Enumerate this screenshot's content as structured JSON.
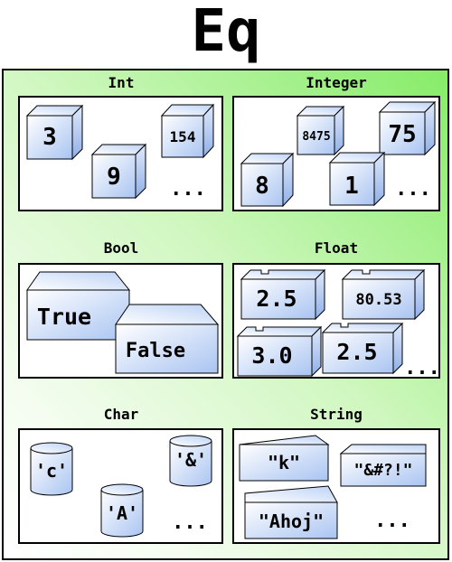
{
  "title": "Eq",
  "categories": [
    {
      "name": "Int",
      "values": [
        "3",
        "9",
        "154"
      ],
      "more": "..."
    },
    {
      "name": "Integer",
      "values": [
        "8475",
        "75",
        "8",
        "1"
      ],
      "more": "..."
    },
    {
      "name": "Bool",
      "values": [
        "True",
        "False"
      ]
    },
    {
      "name": "Float",
      "values": [
        "2.5",
        "80.53",
        "3.0",
        "2.5"
      ],
      "more": "..."
    },
    {
      "name": "Char",
      "values": [
        "'c'",
        "'&'",
        "'A'"
      ],
      "more": "..."
    },
    {
      "name": "String",
      "values": [
        "\"k\"",
        "\"&#?!\"",
        "\"Ahoj\""
      ],
      "more": "..."
    }
  ],
  "colors": {
    "background_green_light": "#f4fdf0",
    "background_green_dark": "#86ec68",
    "shape_fill_light": "#ffffff",
    "shape_fill_blue": "#a9c4f2"
  }
}
